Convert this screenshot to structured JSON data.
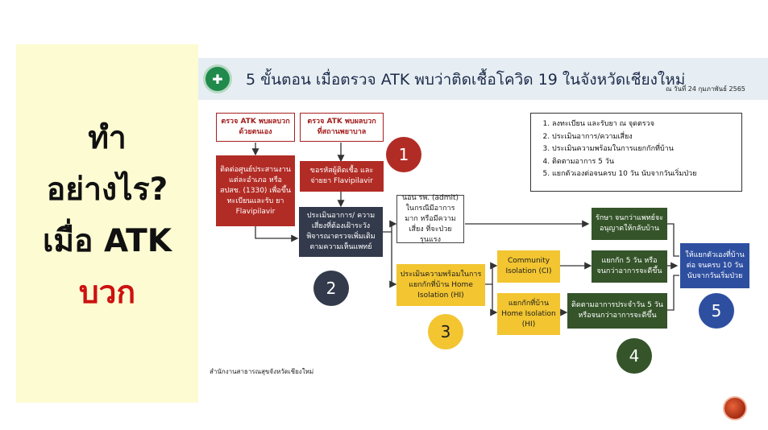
{
  "side": {
    "line1": "ทำ",
    "line2": "อย่างไร?",
    "line3": "เมื่อ ATK",
    "line4": "บวก"
  },
  "header": {
    "title": "5 ขั้นตอน เมื่อตรวจ ATK พบว่าติดเชื้อโควิด 19 ในจังหวัดเชียงใหม่",
    "date": "ณ วันที่ 24 กุมภาพันธ์ 2565"
  },
  "flow": {
    "self_test_a": "ตรวจ ATK พบผลบวก",
    "self_test_b": "ด้วยตนเอง",
    "hosp_test_a": "ตรวจ ATK พบผลบวก",
    "hosp_test_b": "ที่สถานพยาบาล",
    "contact_center": "ติดต่อศูนย์ประสานงาน แต่ละอำเภอ หรือ สปสช. (1330) เพื่อขึ้นทะเบียนและรับ ยา Flavipilavir",
    "get_code": "ขอรหัสผู้ติดเชื้อ และ จ่ายยา Flavipilavir",
    "assess_risk": "ประเมินอาการ/ ความเสี่ยงที่ต้องเฝ้าระวัง พิจารณาตรวจเพิ่มเติม ตามความเห็นแพทย์",
    "admit": "นอน รพ. (admit) ในกรณีมีอาการมาก หรือมีความเสี่ยง ที่จะป่วยรุนแรง",
    "home_ready": "ประเมินความพร้อมในการ แยกกักที่บ้าน Home Isolation (HI)",
    "community": "Community Isolation (CI)",
    "home_iso": "แยกกักที่บ้าน Home Isolation (HI)",
    "treat": "รักษา จนกว่าแพทย์จะ อนุญาตให้กลับบ้าน",
    "isolate5": "แยกกัก 5 วัน หรือจนกว่าอาการจะดีขึ้น",
    "monitor5": "ติดตามอาการประจำวัน 5 วัน หรือจนกว่าอาการจะดีขึ้น",
    "self_iso": "ให้แยกตัวเองที่บ้านต่อ จนครบ 10 วัน นับจากวันเริ่มป่วย"
  },
  "steps": {
    "n1": "1",
    "n2": "2",
    "n3": "3",
    "n4": "4",
    "n5": "5",
    "list": [
      "ลงทะเบียน และรับยา ณ จุดตรวจ",
      "ประเมินอาการ/ความเสี่ยง",
      "ประเมินความพร้อมในการแยกกักที่บ้าน",
      "ติดตามอาการ 5 วัน",
      "แยกตัวเองต่อจนครบ 10 วัน นับจากวันเริ่มป่วย"
    ]
  },
  "footer": {
    "source": "สำนักงานสาธารณสุขจังหวัดเชียงใหม่"
  },
  "colors": {
    "red": "#b22c26",
    "navy": "#323a4b",
    "yellow": "#f2c531",
    "green": "#35542a",
    "blue": "#2e4fa0",
    "panel": "#fdfbd2"
  }
}
